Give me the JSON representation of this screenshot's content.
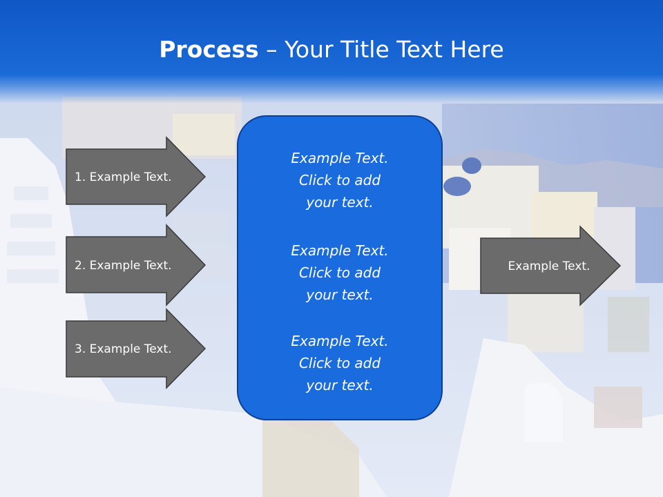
{
  "slide": {
    "title_bold": "Process",
    "title_sep": " – ",
    "title_rest": "Your Title Text Here"
  },
  "inputs": [
    {
      "label": "1. Example Text."
    },
    {
      "label": "2. Example Text."
    },
    {
      "label": "3. Example Text."
    }
  ],
  "center": {
    "paragraphs": [
      [
        "Example Text.",
        "Click  to add",
        "your text."
      ],
      [
        "Example Text.",
        "Click  to add",
        "your text."
      ],
      [
        "Example Text.",
        "Click  to add",
        "your text."
      ]
    ]
  },
  "output": {
    "label": "Example Text."
  },
  "colors": {
    "title_bar": "#1462d0",
    "arrow_fill": "#6b6b6b",
    "arrow_stroke": "#3a3a3a",
    "center_fill": "#1a6cde",
    "center_stroke": "#0b3f96",
    "text": "#ffffff"
  },
  "background": "santorini-village-photo"
}
